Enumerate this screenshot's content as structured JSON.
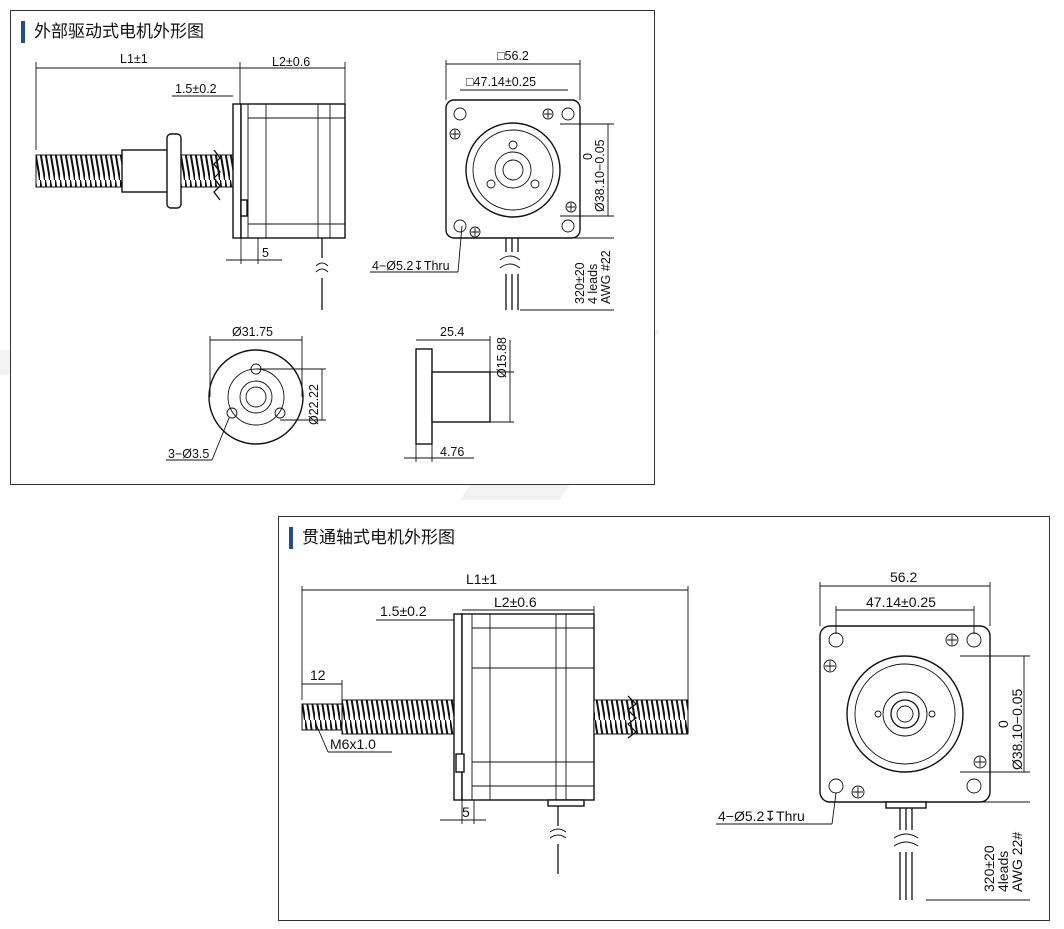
{
  "panel_top": {
    "title": "外部驱动式电机外形图",
    "dims": {
      "l1": "L1±1",
      "l2": "L2±0.6",
      "flange_thk": "1.5±0.2",
      "boss": "5",
      "square": "□56.2",
      "bolt_square": "□47.14±0.25",
      "tol_upper": "0",
      "pilot_dia": "Ø38.10−0.05",
      "holes": "4−Ø5.2↧Thru",
      "lead_len": "320±20",
      "lead_count": "4 leads",
      "awg": "AWG #22",
      "nut_dia": "Ø31.75",
      "nut_bolt": "Ø22.22",
      "nut_holes": "3−Ø3.5",
      "nut_len": "25.4",
      "nut_body_dia": "Ø15.88",
      "nut_flange": "4.76"
    }
  },
  "panel_bottom": {
    "title": "贯通轴式电机外形图",
    "dims": {
      "l1": "L1±1",
      "l2": "L2±0.6",
      "flange_thk": "1.5±0.2",
      "thread_len": "12",
      "thread": "M6x1.0",
      "boss": "5",
      "square": "56.2",
      "bolt_square": "47.14±0.25",
      "tol_upper": "0",
      "pilot_dia": "Ø38.10−0.05",
      "holes": "4−Ø5.2↧Thru",
      "lead_len": "320±20",
      "lead_count": "4leads",
      "awg": "AWG 22#"
    }
  }
}
